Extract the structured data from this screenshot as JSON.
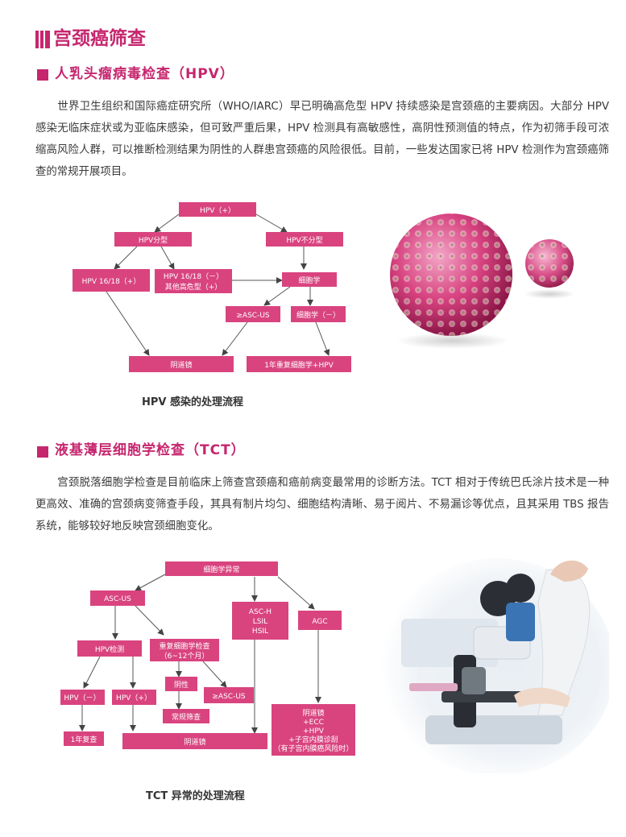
{
  "page_title": "宫颈癌筛查",
  "hpv_section": {
    "title": "人乳头瘤病毒检查（HPV）",
    "paragraph": "世界卫生组织和国际癌症研究所（WHO/IARC）早已明确高危型 HPV 持续感染是宫颈癌的主要病因。大部分 HPV 感染无临床症状或为亚临床感染，但可致严重后果，HPV 检测具有高敏感性，高阴性预测值的特点，作为初筛手段可浓缩高风险人群，可以推断检测结果为阴性的人群患宫颈癌的风险很低。目前，一些发达国家已将 HPV 检测作为宫颈癌筛查的常规开展项目。",
    "flow": {
      "hpv_pos": "HPV（+）",
      "hpv_typing": "HPV分型",
      "hpv_no_typing": "HPV不分型",
      "hpv_1618_pos": "HPV 16/18（+）",
      "hpv_1618_neg_line1": "HPV 16/18（－）",
      "hpv_1618_neg_line2": "其他高危型（+）",
      "cytology": "细胞学",
      "asc_us": "≥ASC-US",
      "cytology_neg": "细胞学（－）",
      "colposcopy": "阴道镜",
      "repeat": "1年重复细胞学+HPV"
    },
    "caption": "HPV 感染的处理流程"
  },
  "tct_section": {
    "title": "液基薄层细胞学检查（TCT）",
    "paragraph": "宫颈脱落细胞学检查是目前临床上筛查宫颈癌和癌前病变最常用的诊断方法。TCT 相对于传统巴氏涂片技术是一种更高效、准确的宫颈病变筛查手段，其具有制片均匀、细胞结构清晰、易于阅片、不易漏诊等优点，且其采用 TBS 报告系统，能够较好地反映宫颈细胞变化。",
    "flow": {
      "abnormal": "细胞学异常",
      "asc_us": "ASC-US",
      "asch_line1": "ASC-H",
      "asch_line2": "LSIL",
      "asch_line3": "HSIL",
      "agc": "AGC",
      "hpv_test": "HPV检测",
      "repeat_line1": "重复细胞学检查",
      "repeat_line2": "（6~12个月）",
      "negative": "阴性",
      "ge_asc_us": "≥ASC-US",
      "hpv_neg": "HPV（－）",
      "hpv_pos": "HPV（+）",
      "routine": "常规筛查",
      "one_year": "1年复查",
      "colposcopy": "阴道镜",
      "agc_line1": "阴道镜",
      "agc_line2": "+ECC",
      "agc_line3": "+HPV",
      "agc_line4": "+子宫内膜诊刮",
      "agc_line5": "（有子宫内膜癌风险时）"
    },
    "caption": "TCT 异常的处理流程"
  },
  "colors": {
    "accent": "#c6266e",
    "node": "#d9447f"
  }
}
